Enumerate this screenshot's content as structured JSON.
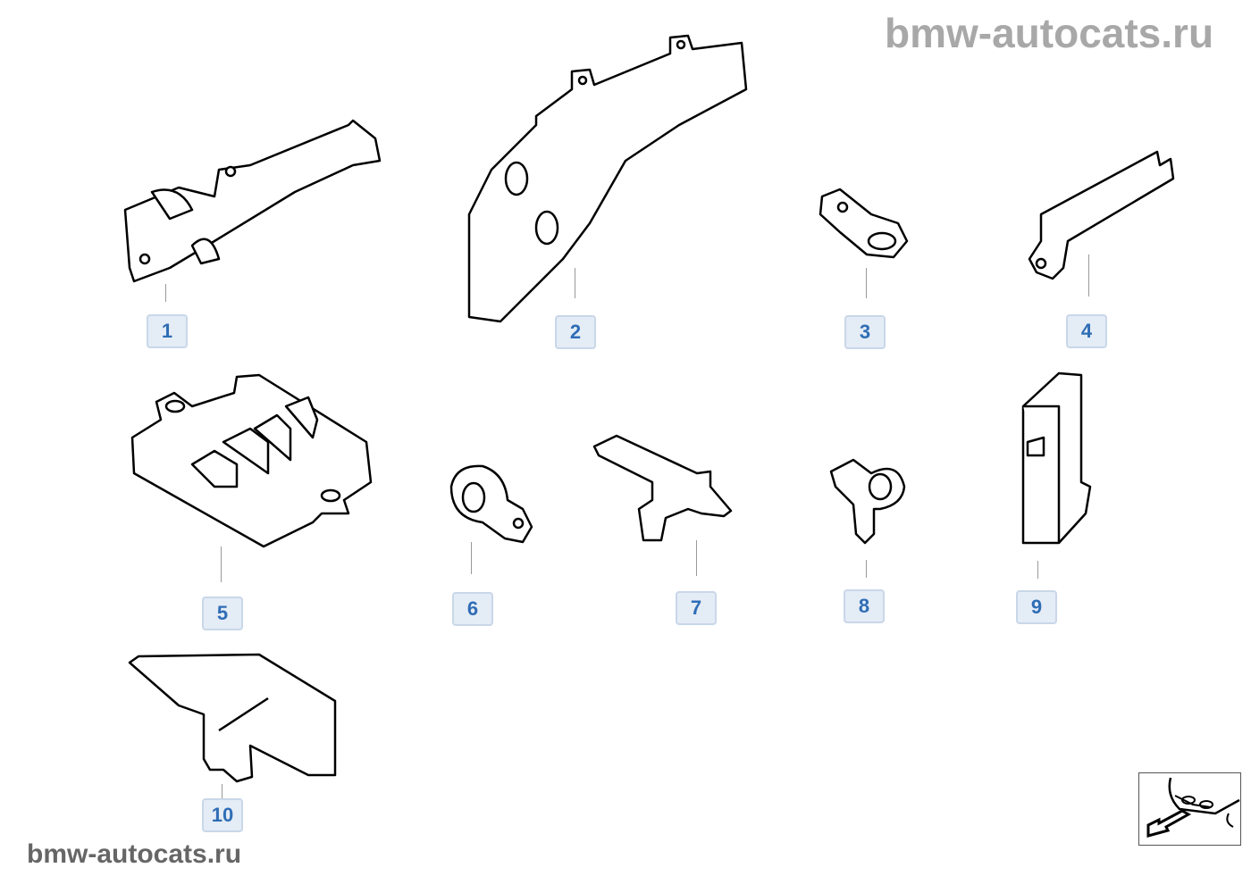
{
  "watermark_top": "bmw-autocats.ru",
  "watermark_bottom": "bmw-autocats.ru",
  "parts": [
    {
      "label": "1"
    },
    {
      "label": "2"
    },
    {
      "label": "3"
    },
    {
      "label": "4"
    },
    {
      "label": "5"
    },
    {
      "label": "6"
    },
    {
      "label": "7"
    },
    {
      "label": "8"
    },
    {
      "label": "9"
    },
    {
      "label": "10"
    }
  ],
  "nav_icon": "car-front-arrow-icon"
}
